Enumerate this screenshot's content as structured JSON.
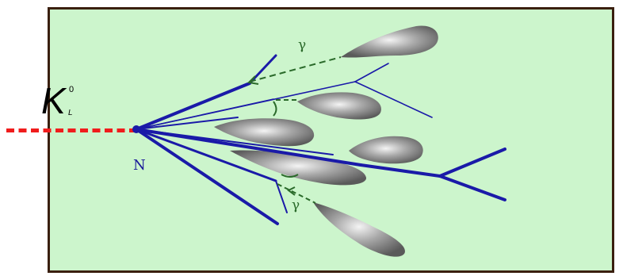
{
  "title": "",
  "labels": {
    "particle": "K",
    "particle_sup": "0",
    "particle_sub": "L",
    "nucleus": "N",
    "gamma_top": "γ",
    "gamma_bottom": "γ"
  },
  "colors": {
    "background": "#ccf5cc",
    "border": "#3a1f0f",
    "beam": "#f01c1c",
    "tracks": "#1a1aa8",
    "photon": "#2a6a2a",
    "title": "#2a2ad8"
  }
}
